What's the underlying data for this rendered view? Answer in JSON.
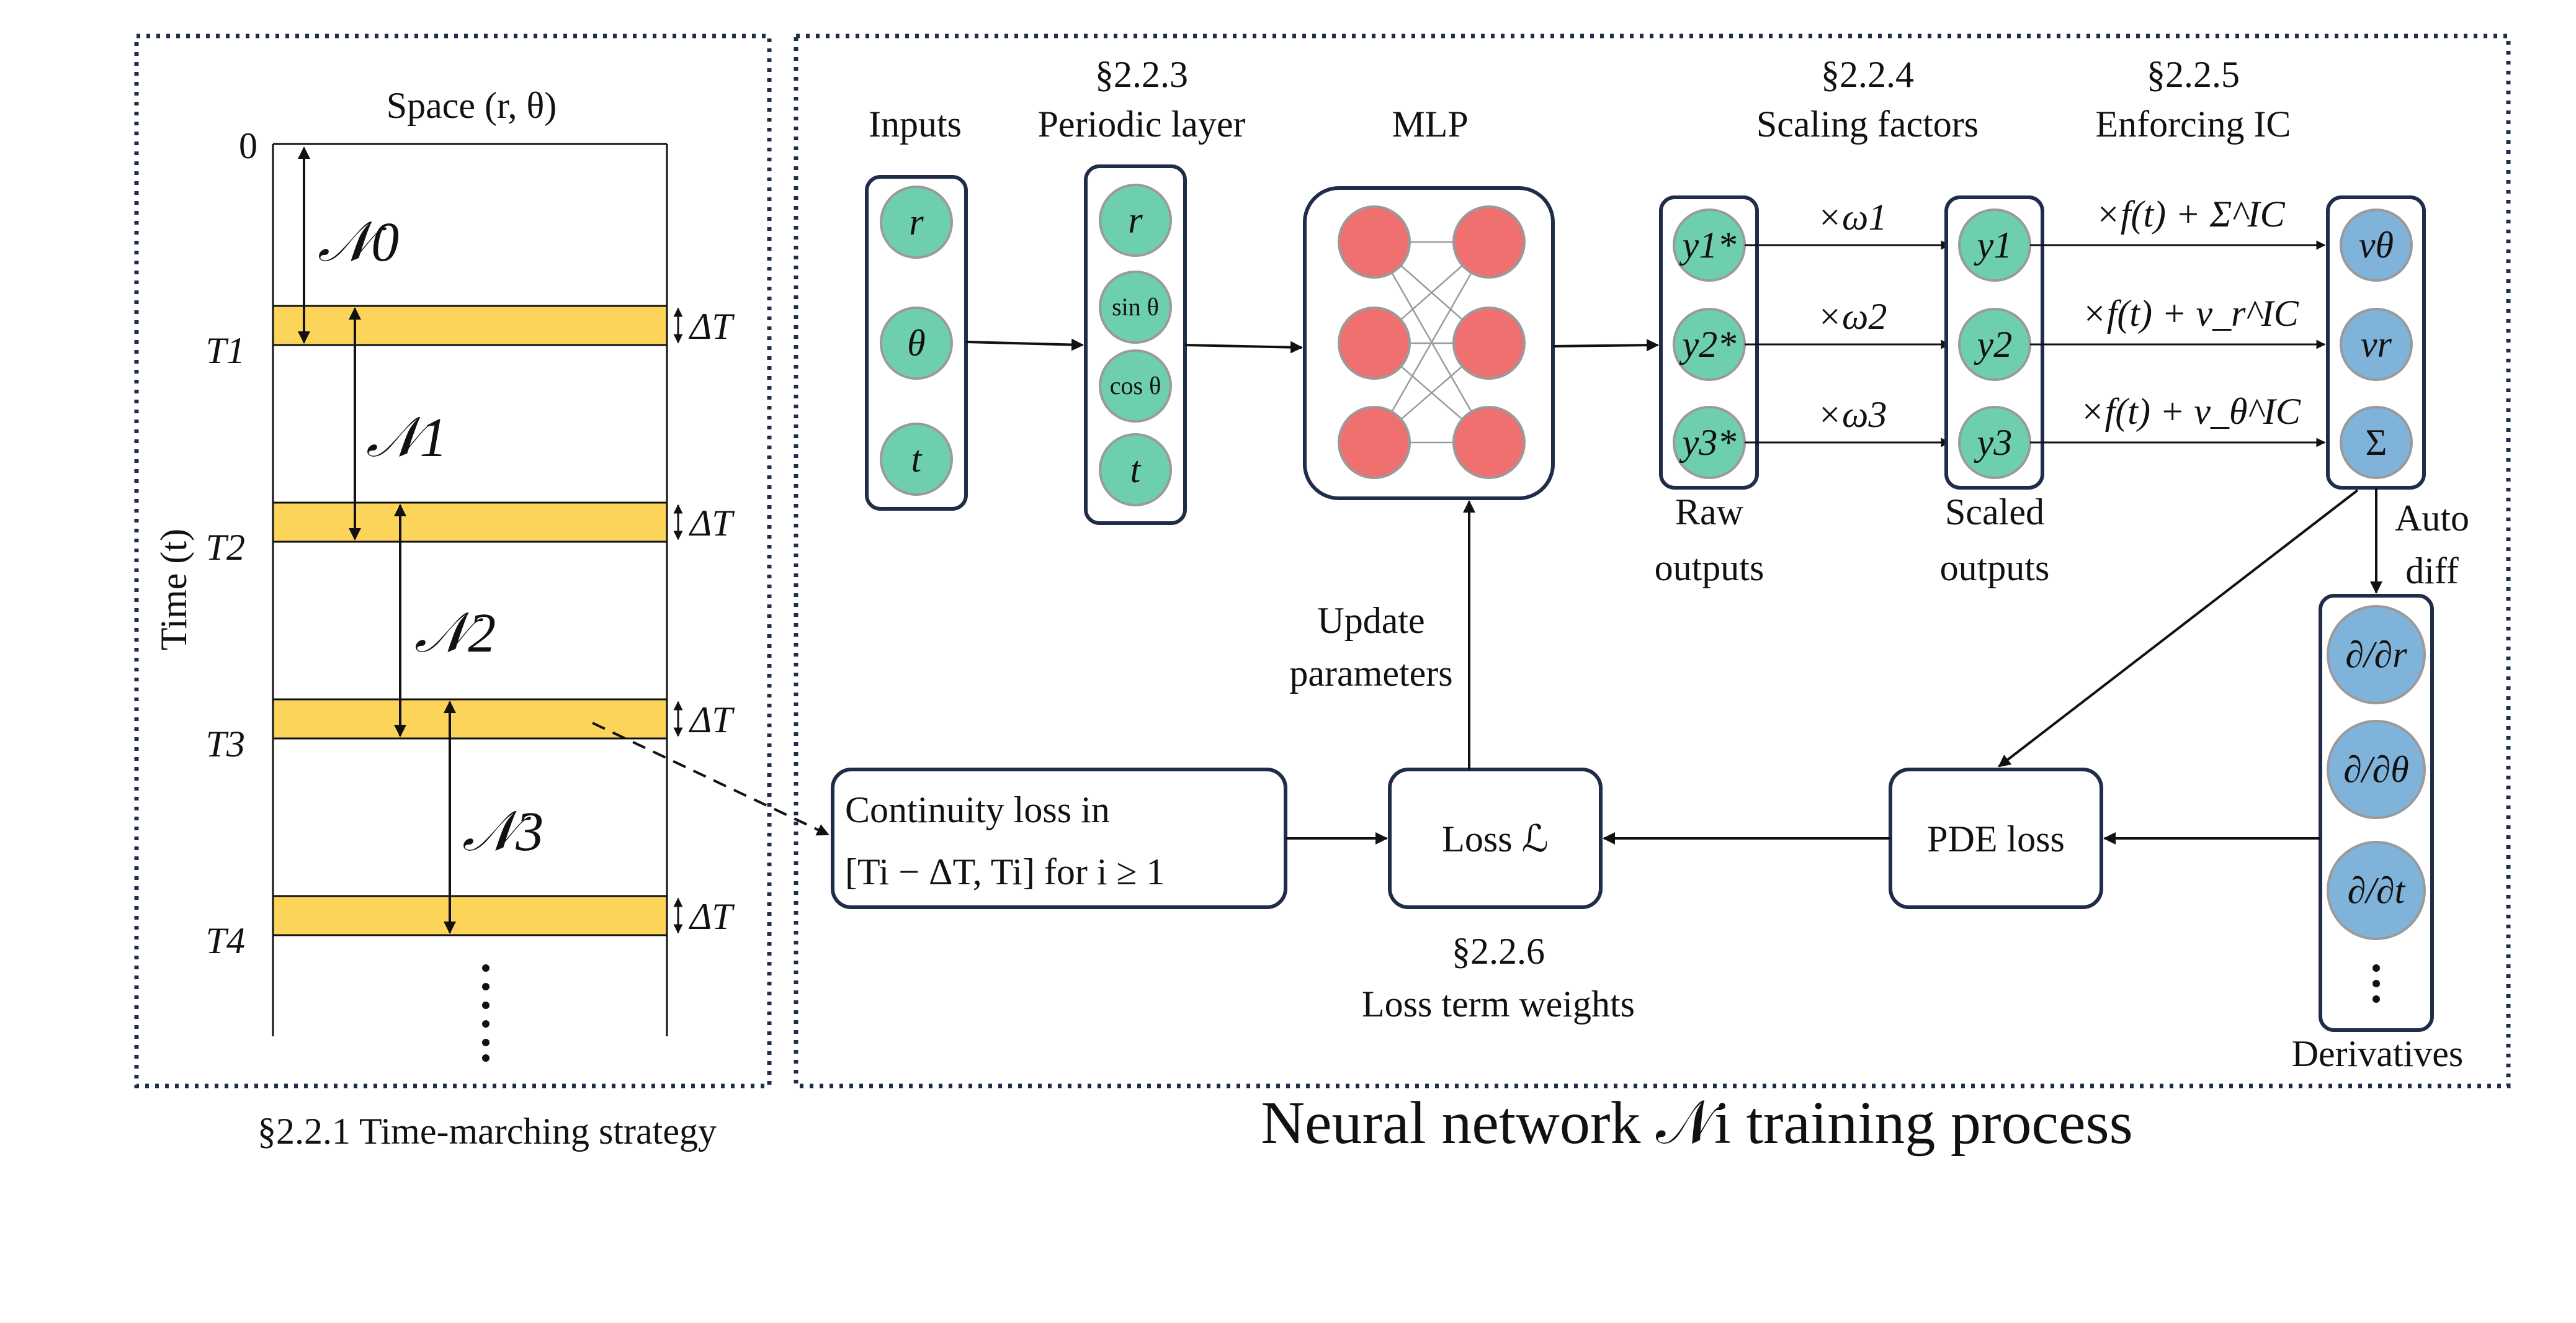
{
  "left_panel": {
    "space_label": "Space (r, θ)",
    "time_axis_label": "Time (t)",
    "zero_label": "0",
    "time_marks": [
      "T1",
      "T2",
      "T3",
      "T4"
    ],
    "networks": [
      "𝒩0",
      "𝒩1",
      "𝒩2",
      "𝒩3"
    ],
    "delta_label": "ΔT",
    "caption": "§2.2.1 Time-marching strategy"
  },
  "stages": {
    "inputs": {
      "title": "Inputs",
      "nodes": [
        "r",
        "θ",
        "t"
      ]
    },
    "periodic": {
      "section": "§2.2.3",
      "title": "Periodic layer",
      "nodes": [
        "r",
        "sin θ",
        "cos θ",
        "t"
      ]
    },
    "mlp": {
      "title": "MLP"
    },
    "raw": {
      "caption_line1": "Raw",
      "caption_line2": "outputs",
      "nodes": [
        "y1*",
        "y2*",
        "y3*"
      ]
    },
    "scaling": {
      "section": "§2.2.4",
      "title": "Scaling factors",
      "multipliers": [
        "×ω1",
        "×ω2",
        "×ω3"
      ]
    },
    "scaled": {
      "caption_line1": "Scaled",
      "caption_line2": "outputs",
      "nodes": [
        "y1",
        "y2",
        "y3"
      ]
    },
    "enforce_ic": {
      "section": "§2.2.5",
      "title": "Enforcing IC",
      "terms": [
        "×f(t) + Σ^IC",
        "×f(t) + v_r^IC",
        "×f(t) + v_θ^IC"
      ]
    },
    "final": {
      "nodes": [
        "vθ",
        "vr",
        "Σ"
      ]
    },
    "auto_diff": {
      "line1": "Auto",
      "line2": "diff"
    },
    "derivatives": {
      "caption": "Derivatives",
      "nodes": [
        "∂/∂r",
        "∂/∂θ",
        "∂/∂t"
      ]
    }
  },
  "losses": {
    "pde": "PDE loss",
    "loss": "Loss ℒ",
    "continuity_line1": "Continuity loss in",
    "continuity_line2": "[Ti − ΔT, Ti] for i ≥ 1",
    "weights_section": "§2.2.6",
    "weights_title": "Loss term weights",
    "update_line1": "Update",
    "update_line2": "parameters"
  },
  "main_caption": "Neural network 𝒩i training process",
  "colors": {
    "green_node": "#6ecfb0",
    "blue_node": "#7fb3d9",
    "red_node": "#f07070",
    "yellow_band": "#fcd45a",
    "frame": "#1f2d4a"
  }
}
